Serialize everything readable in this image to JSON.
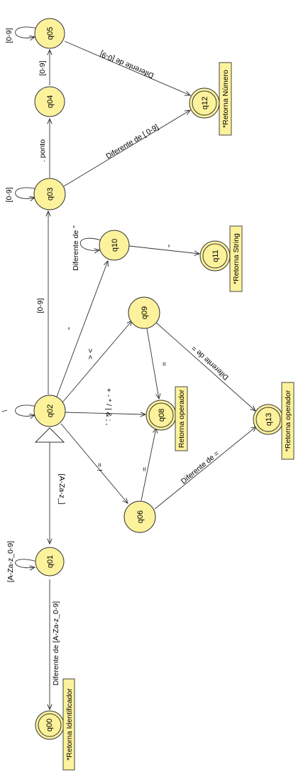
{
  "states": [
    {
      "id": "q00",
      "label": "q00",
      "final": true
    },
    {
      "id": "q01",
      "label": "q01",
      "final": false
    },
    {
      "id": "q02",
      "label": "q02",
      "final": false,
      "initial": true
    },
    {
      "id": "q03",
      "label": "q03",
      "final": false
    },
    {
      "id": "q04",
      "label": "q04",
      "final": false
    },
    {
      "id": "q05",
      "label": "q05",
      "final": false
    },
    {
      "id": "q06",
      "label": "q06",
      "final": false
    },
    {
      "id": "q08",
      "label": "q08",
      "final": true
    },
    {
      "id": "q09",
      "label": "q09",
      "final": false
    },
    {
      "id": "q10",
      "label": "q10",
      "final": false
    },
    {
      "id": "q11",
      "label": "q11",
      "final": true
    },
    {
      "id": "q12",
      "label": "q12",
      "final": true
    },
    {
      "id": "q13",
      "label": "q13",
      "final": true
    }
  ],
  "transitions": [
    {
      "id": "t-q02-q01",
      "from": "q02",
      "to": "q01",
      "label": "[A-Za-z_]"
    },
    {
      "id": "t-q01-q01",
      "from": "q01",
      "to": "q01",
      "label": "[A-Za-z_0-9]"
    },
    {
      "id": "t-q01-q00",
      "from": "q01",
      "to": "q00",
      "label": "Diferente de [A-Za-z_0-9]"
    },
    {
      "id": "t-q02-q02",
      "from": "q02",
      "to": "q02",
      "label": "\\"
    },
    {
      "id": "t-q02-q03",
      "from": "q02",
      "to": "q03",
      "label": "[0-9]"
    },
    {
      "id": "t-q03-q03",
      "from": "q03",
      "to": "q03",
      "label": "[0-9]"
    },
    {
      "id": "t-q03-q04",
      "from": "q03",
      "to": "q04",
      "label": ". ponto"
    },
    {
      "id": "t-q04-q05",
      "from": "q04",
      "to": "q05",
      "label": "[0-9]"
    },
    {
      "id": "t-q05-q05",
      "from": "q05",
      "to": "q05",
      "label": "[0-9]"
    },
    {
      "id": "t-q05-q12",
      "from": "q05",
      "to": "q12",
      "label": "Diferente de [0-9]"
    },
    {
      "id": "t-q03-q12",
      "from": "q03",
      "to": "q12",
      "label": "Diferente de [ 0-9]"
    },
    {
      "id": "t-q02-q10",
      "from": "q02",
      "to": "q10",
      "label": "\""
    },
    {
      "id": "t-q10-q10",
      "from": "q10",
      "to": "q10",
      "label": "Diferente de \""
    },
    {
      "id": "t-q10-q11",
      "from": "q10",
      "to": "q11",
      "label": "\""
    },
    {
      "id": "t-q02-q09",
      "from": "q02",
      "to": "q09",
      "label": "> <"
    },
    {
      "id": "t-q09-q08",
      "from": "q09",
      "to": "q08",
      "label": "="
    },
    {
      "id": "t-q09-q13",
      "from": "q09",
      "to": "q13",
      "label": "Diferente de ="
    },
    {
      "id": "t-q02-q08",
      "from": "q02",
      "to": "q08",
      "label": "+ - * / | & ; ,"
    },
    {
      "id": "t-q02-q06",
      "from": "q02",
      "to": "q06",
      "label": "= !"
    },
    {
      "id": "t-q06-q08",
      "from": "q06",
      "to": "q08",
      "label": "="
    },
    {
      "id": "t-q06-q13",
      "from": "q06",
      "to": "q13",
      "label": "Diferente de ="
    }
  ],
  "notes": [
    {
      "id": "note-q00",
      "attached_to": "q00",
      "text": "*Retorna Identificador"
    },
    {
      "id": "note-q08",
      "attached_to": "q08",
      "text": "Retorna operador"
    },
    {
      "id": "note-q11",
      "attached_to": "q11",
      "text": "*Retorna String"
    },
    {
      "id": "note-q12",
      "attached_to": "q12",
      "text": "*Retorna Número"
    },
    {
      "id": "note-q13",
      "attached_to": "q13",
      "text": "*Retorna operador"
    }
  ]
}
